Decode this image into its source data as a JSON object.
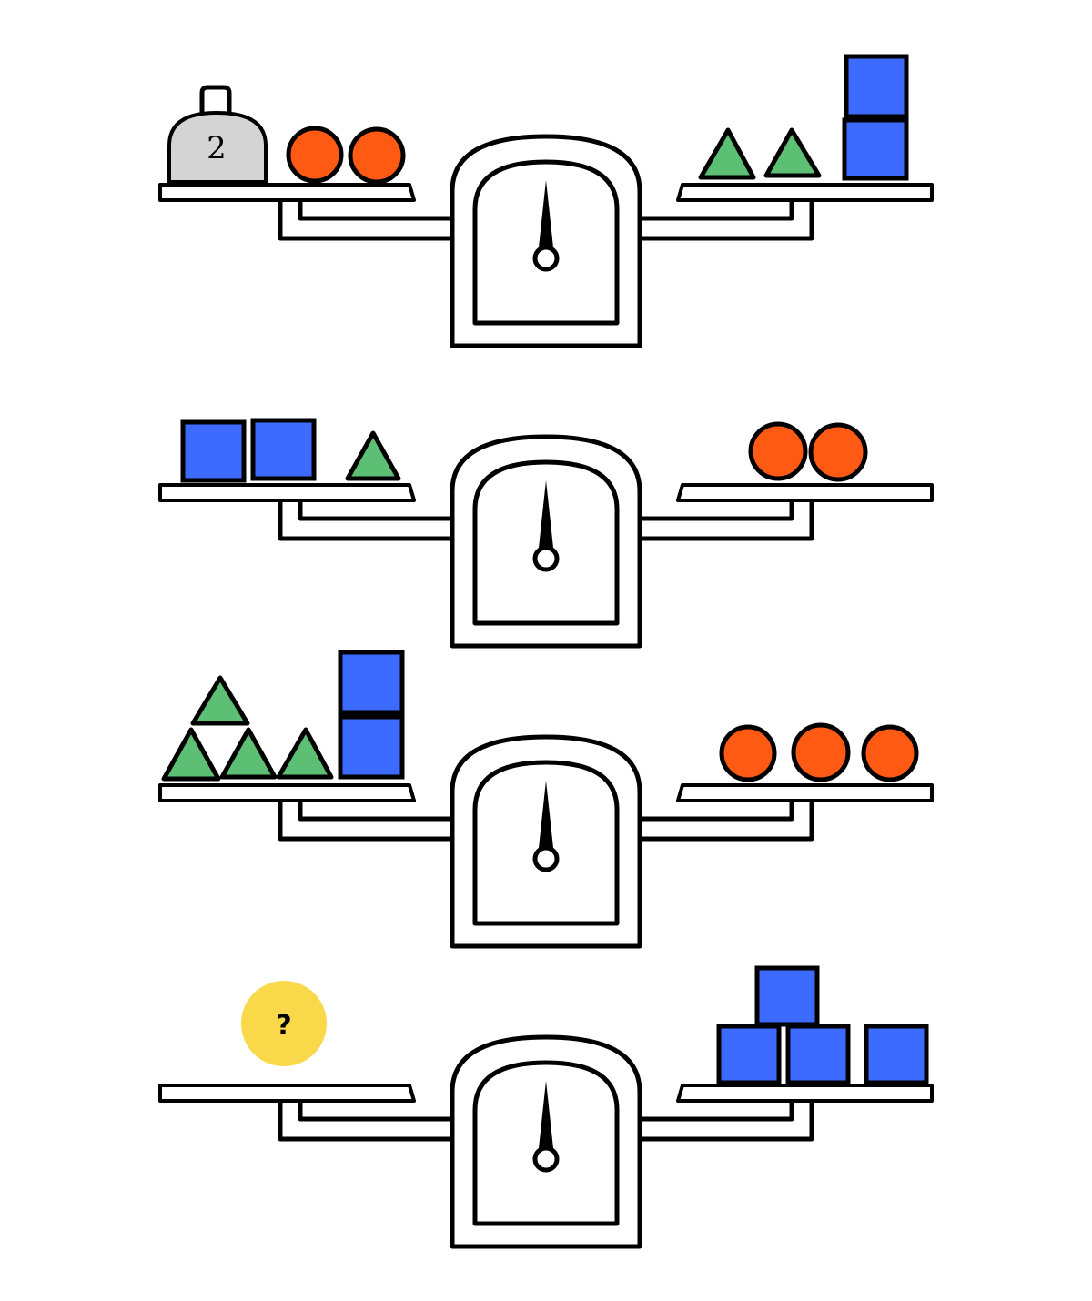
{
  "colors": {
    "circle": "#FF5A14",
    "triangle": "#5CBF74",
    "square": "#3D6BFF",
    "weight": "#D4D4D4",
    "unknown": "#F9D949",
    "outline": "#000000"
  },
  "icons": {
    "circle": "orange-circle-icon",
    "triangle": "green-triangle-icon",
    "square": "blue-square-icon",
    "weight": "weight-icon",
    "unknown": "question-mark-icon"
  },
  "scales": [
    {
      "left": [
        "weight",
        "circle",
        "circle"
      ],
      "right": [
        "triangle",
        "triangle",
        "square",
        "square"
      ]
    },
    {
      "left": [
        "square",
        "square",
        "triangle"
      ],
      "right": [
        "circle",
        "circle"
      ]
    },
    {
      "left": [
        "triangle",
        "triangle",
        "triangle",
        "triangle",
        "square",
        "square"
      ],
      "right": [
        "circle",
        "circle",
        "circle"
      ]
    },
    {
      "left": [
        "unknown"
      ],
      "right": [
        "square",
        "square",
        "square",
        "square"
      ]
    }
  ],
  "weight_label": "2",
  "unknown_label": "?"
}
